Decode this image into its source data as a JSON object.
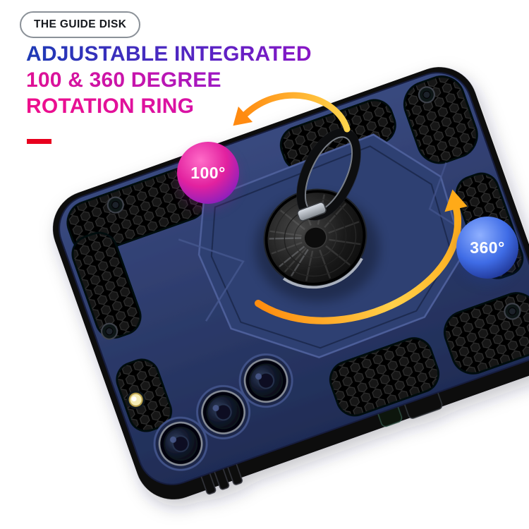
{
  "page": {
    "background": "#ffffff"
  },
  "top_badge": {
    "label": "THE GUIDE DISK"
  },
  "heading": {
    "line1": "ADJUSTABLE INTEGRATED",
    "line2": "100 & 360 DEGREE",
    "line3": "ROTATION RING",
    "gradient": [
      "#1d3ab5",
      "#8a16c5",
      "#e01195",
      "#ee0e8c"
    ]
  },
  "accent": {
    "underline_color": "#e8001e"
  },
  "callouts": {
    "degree_100": {
      "label": "100°",
      "gradient": [
        "#ff6cc8",
        "#e2219f",
        "#6d23b2"
      ]
    },
    "degree_360": {
      "label": "360°",
      "gradient": [
        "#8fb0ff",
        "#3f6ce6",
        "#1c2f8a"
      ]
    }
  },
  "icons": {
    "arrow_small": "rotation-arrow-counterclockwise",
    "arrow_large": "rotation-arrow-sweep",
    "arrow_gradient": [
      "#ffd84f",
      "#ff8a10"
    ]
  },
  "product": {
    "case_color": "#2e3c6e",
    "visible_parts": [
      "armor-case",
      "honeycomb-texture",
      "ring-kickstand",
      "triple-camera",
      "flash"
    ]
  }
}
